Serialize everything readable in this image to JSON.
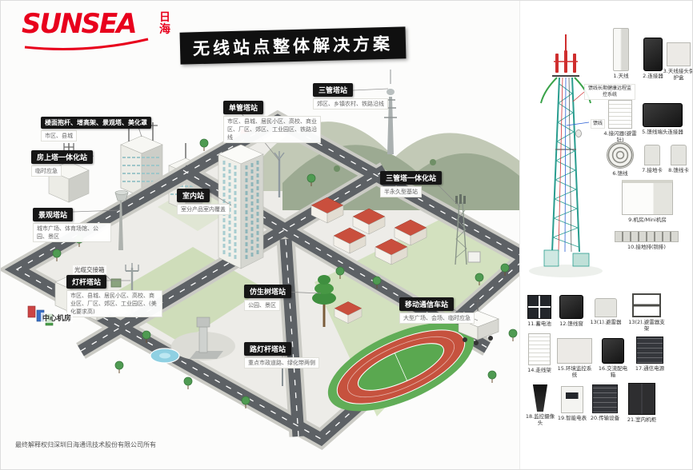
{
  "brand": {
    "name": "SUNSEA",
    "cn_top": "日",
    "cn_bottom": "海"
  },
  "title": "无线站点整体解决方案",
  "footer": "最终解释权归深圳日海通讯技术股份有限公司所有",
  "callouts": {
    "roof_pole": {
      "title": "楼面抱杆、增高架、景观塔、美化罩",
      "sub": "市区、县城"
    },
    "roof_tower": {
      "title": "房上塔一体化站",
      "sub": "临时应急"
    },
    "monopole": {
      "title": "单管塔站",
      "sub": "市区、县城、居民小区、高校、商业区、厂区、郊区、工业园区、铁路沿线"
    },
    "tri_tube": {
      "title": "三管塔站",
      "sub": "郊区、乡镇农村、铁路沿线"
    },
    "tri_tube_integrated": {
      "title": "三管塔一体化站",
      "sub": "半永久型基站"
    },
    "indoor": {
      "title": "室内站",
      "sub": "室分产品室内覆盖"
    },
    "landscape": {
      "title": "景观塔站",
      "sub": "城市广场、体育场馆、公园、景区"
    },
    "light_pole": {
      "title": "灯杆塔站",
      "sub": "市区、县城、居民小区、高校、商业区、厂区、郊区、工业园区、(美化要求高)"
    },
    "bionic_tree": {
      "title": "仿生树塔站",
      "sub": "公园、景区"
    },
    "mobile_vehicle": {
      "title": "移动通信车站",
      "sub": "大型广场、会场、临时应急"
    },
    "street_lamp": {
      "title": "路灯杆塔站",
      "sub": "重点市政道路、绿化带两侧"
    }
  },
  "scene_labels": {
    "central_room": "中心机房",
    "fiber_cabinet": "光缆交接箱"
  },
  "panel": {
    "monitor_label": "馈线长期健康远程监控系统",
    "feeder_label": "馈线",
    "products": [
      {
        "caption": "1.天线"
      },
      {
        "caption": "2.连接器"
      },
      {
        "caption": "3.天线接头保护盒"
      },
      {
        "caption": "4.接闪器(避雷针)"
      },
      {
        "caption": "5.馈线端头连接器"
      },
      {
        "caption": "6.馈线"
      },
      {
        "caption": "7.接地卡"
      },
      {
        "caption": "8.馈线卡"
      },
      {
        "caption": "9.机房/Mini机房"
      },
      {
        "caption": "10.接地排(铜排)"
      },
      {
        "caption": "11.蓄电池"
      },
      {
        "caption": "12.馈线窗"
      },
      {
        "caption": "13(1).避雷器"
      },
      {
        "caption": "13(2).避雷器支架"
      },
      {
        "caption": "14.走线架"
      },
      {
        "caption": "15.环境监控系统"
      },
      {
        "caption": "16.交流配电箱"
      },
      {
        "caption": "17.通信电源"
      },
      {
        "caption": "18.监控摄像头"
      },
      {
        "caption": "19.智能电表"
      },
      {
        "caption": "20.传输设备"
      },
      {
        "caption": "21.室内机柜"
      }
    ]
  }
}
